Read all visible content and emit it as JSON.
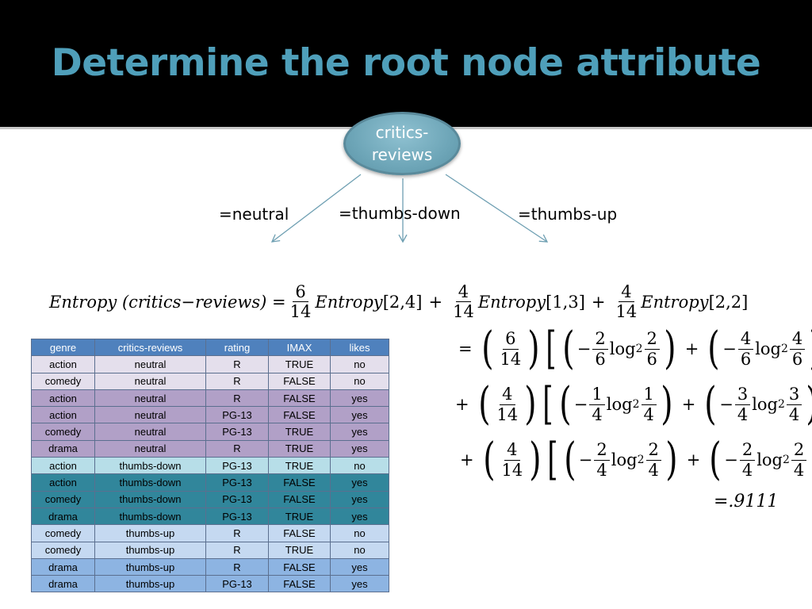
{
  "title": "Determine the root node attribute",
  "root_node": {
    "line1": "critics-",
    "line2": "reviews"
  },
  "branches": [
    "=neutral",
    "=thumbs-down",
    "=thumbs-up"
  ],
  "formula": {
    "lhs": "Entropy (critics−reviews) =",
    "entropy_word": "Entropy",
    "fractions": [
      [
        "6",
        "14"
      ],
      [
        "4",
        "14"
      ],
      [
        "4",
        "14"
      ]
    ],
    "sets": [
      "[2,4]",
      "[1,3]",
      "[2,2]"
    ],
    "terms": [
      [
        [
          "2",
          "6"
        ],
        [
          "4",
          "6"
        ]
      ],
      [
        [
          "1",
          "4"
        ],
        [
          "3",
          "4"
        ]
      ],
      [
        [
          "2",
          "4"
        ],
        [
          "2",
          "4"
        ]
      ]
    ],
    "log_word": "log",
    "log_base": "2",
    "result": "=.9111"
  },
  "table": {
    "headers": [
      "genre",
      "critics-reviews",
      "rating",
      "IMAX",
      "likes"
    ],
    "rows": [
      [
        "action",
        "neutral",
        "R",
        "TRUE",
        "no"
      ],
      [
        "comedy",
        "neutral",
        "R",
        "FALSE",
        "no"
      ],
      [
        "action",
        "neutral",
        "R",
        "FALSE",
        "yes"
      ],
      [
        "action",
        "neutral",
        "PG-13",
        "FALSE",
        "yes"
      ],
      [
        "comedy",
        "neutral",
        "PG-13",
        "TRUE",
        "yes"
      ],
      [
        "drama",
        "neutral",
        "R",
        "TRUE",
        "yes"
      ],
      [
        "action",
        "thumbs-down",
        "PG-13",
        "TRUE",
        "no"
      ],
      [
        "action",
        "thumbs-down",
        "PG-13",
        "FALSE",
        "yes"
      ],
      [
        "comedy",
        "thumbs-down",
        "PG-13",
        "FALSE",
        "yes"
      ],
      [
        "drama",
        "thumbs-down",
        "PG-13",
        "TRUE",
        "yes"
      ],
      [
        "comedy",
        "thumbs-up",
        "R",
        "FALSE",
        "no"
      ],
      [
        "comedy",
        "thumbs-up",
        "R",
        "TRUE",
        "no"
      ],
      [
        "drama",
        "thumbs-up",
        "R",
        "FALSE",
        "yes"
      ],
      [
        "drama",
        "thumbs-up",
        "PG-13",
        "FALSE",
        "yes"
      ]
    ]
  },
  "colors": {
    "title": "#4f9fba",
    "header_bg": "#000000",
    "node_fill": "#6ea6b8",
    "arrow": "#6e9fb2",
    "table_header": "#4f81bd"
  }
}
